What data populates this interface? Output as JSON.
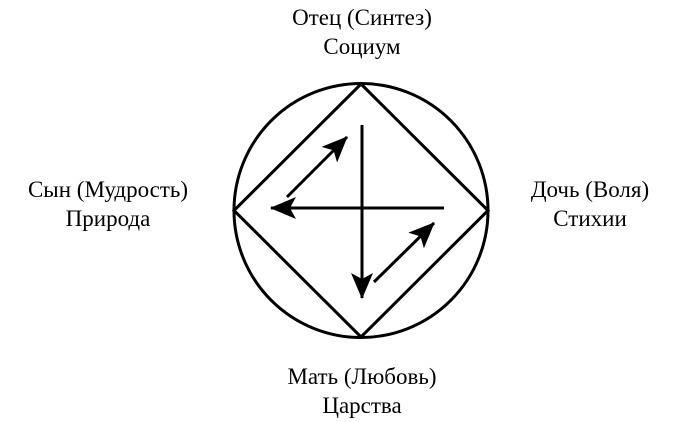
{
  "labels": {
    "top": {
      "line1": "Отец (Синтез)",
      "line2": "Социум"
    },
    "left": {
      "line1": "Сын (Мудрость)",
      "line2": "Природа"
    },
    "right": {
      "line1": "Дочь (Воля)",
      "line2": "Стихии"
    },
    "bottom": {
      "line1": "Мать (Любовь)",
      "line2": "Царства"
    }
  },
  "colors": {
    "stroke": "#000000",
    "background": "#ffffff"
  }
}
